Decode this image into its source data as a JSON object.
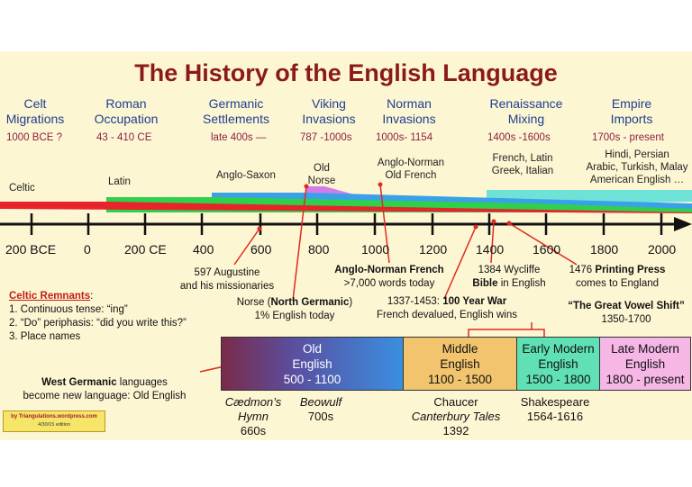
{
  "title": "The History of the English Language",
  "eras": [
    {
      "line1": "Celt",
      "line2": "Migrations",
      "date": "1000 BCE ?"
    },
    {
      "line1": "Roman",
      "line2": "Occupation",
      "date": "43 - 410 CE"
    },
    {
      "line1": "Germanic",
      "line2": "Settlements",
      "date": "late 400s —"
    },
    {
      "line1": "Viking",
      "line2": "Invasions",
      "date": "787 -1000s"
    },
    {
      "line1": "Norman",
      "line2": "Invasions",
      "date": "1000s- 1154"
    },
    {
      "line1": "Renaissance",
      "line2": "Mixing",
      "date": "1400s -1600s"
    },
    {
      "line1": "Empire",
      "line2": "Imports",
      "date": "1700s - present"
    }
  ],
  "languages": {
    "celtic": "Celtic",
    "latin": "Latin",
    "anglo_saxon": "Anglo-Saxon",
    "old_norse_1": "Old",
    "old_norse_2": "Norse",
    "anglo_norman_1": "Anglo-Norman",
    "anglo_norman_2": "Old French",
    "renaissance_1": "French, Latin",
    "renaissance_2": "Greek, Italian",
    "empire_1": "Hindi, Persian",
    "empire_2": "Arabic, Turkish, Malay",
    "empire_3": "American English …"
  },
  "ticks": [
    "200 BCE",
    "0",
    "200 CE",
    "400",
    "600",
    "800",
    "1000",
    "1200",
    "1400",
    "1600",
    "1800",
    "2000"
  ],
  "events": {
    "augustine_1": "597 Augustine",
    "augustine_2": "and his missionaries",
    "norse_pre": "Norse (",
    "norse_bold": "North Germanic",
    "norse_post": ")",
    "norse_2": "1% English today",
    "an_french_1": "Anglo-Norman French",
    "an_french_2": ">7,000 words today",
    "war_pre": "1337-1453: ",
    "war_bold": "100 Year War",
    "war_2": "French devalued, English wins",
    "wycliffe_1": "1384 Wycliffe",
    "wycliffe_bold": "Bible",
    "wycliffe_post": " in English",
    "press_pre": "1476 ",
    "press_bold": "Printing Press",
    "press_2": "comes to England",
    "vowel_1": "“The Great Vowel Shift”",
    "vowel_2": "1350-1700"
  },
  "remnants": {
    "heading": "Celtic Remnants",
    "colon": ":",
    "item1": "1. Continuous tense: “ing”",
    "item2": "2. “Do” periphasis: “did you write this?”",
    "item3": "3. Place names"
  },
  "west_germanic": {
    "bold": "West Germanic",
    "rest": " languages",
    "line2": "become new language: Old English"
  },
  "phases": [
    {
      "name": "Old",
      "name2": "English",
      "dates": "500 - 1100",
      "color": "#3a8fe0"
    },
    {
      "name": "Middle",
      "name2": "English",
      "dates": "1100 - 1500",
      "color": "#f2c46e"
    },
    {
      "name": "Early Modern",
      "name2": "English",
      "dates": "1500 - 1800",
      "color": "#5fe0b5"
    },
    {
      "name": "Late Modern",
      "name2": "English",
      "dates": "1800 - present",
      "color": "#f6b6e6"
    }
  ],
  "works": {
    "caedmon_1": "Cædmon’s",
    "caedmon_2": "Hymn",
    "caedmon_3": "660s",
    "beowulf_1": "Beowulf",
    "beowulf_2": "700s",
    "chaucer_1": "Chaucer",
    "chaucer_2": "Canterbury Tales",
    "chaucer_3": "1392",
    "shakespeare_1": "Shakespeare",
    "shakespeare_2": "1564-1616"
  },
  "badge": {
    "line1": "by Triangulations.wordpress.com",
    "line2": "4/30/15 edition"
  }
}
